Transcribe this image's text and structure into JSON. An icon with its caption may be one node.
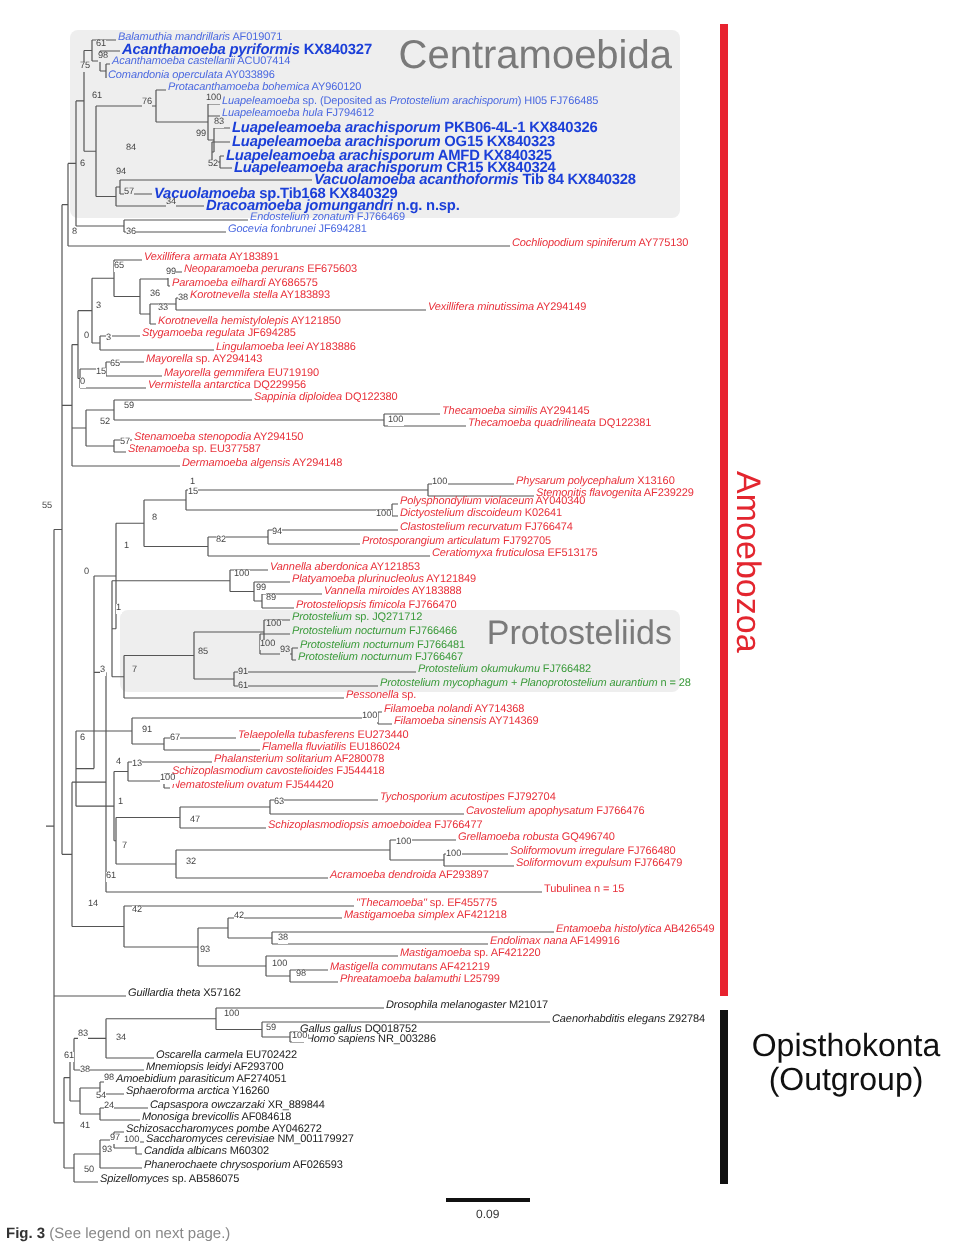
{
  "diagram": {
    "caption": "**Fig. 3** (See legend on next page.)",
    "nodes": [
      {
        "text": [
          "Centramoebida"
        ]
      },
      {
        "text": [
          "Protosteliids"
        ]
      }
    ],
    "labels": [
      "*Balamuthia mandrillaris* AF019071",
      "*Acanthamoeba pyriformis* KX840327",
      "*Acanthamoeba castellanii* ACU07414",
      "*Comandonia operculata* AY033896",
      "*Protacanthamoeba bohemica* AY960120",
      "*Luapeleamoeba* sp. (Deposited as *Protostelium arachisporum*) HI05 FJ766485",
      "*Luapeleamoeba hula* FJ794612",
      "*Luapeleamoeba arachisporum* PKB06-4L-1 KX840326",
      "*Luapeleamoeba arachisporum* OG15 KX840323",
      "*Luapeleamoeba arachisporum* AMFD KX840325",
      "*Luapeleamoeba arachisporum* CR15 KX840324",
      "*Vacuolamoeba acanthoformis* Tib 84 KX840328",
      "*Vacuolamoeba* sp.Tib168 KX840329",
      "*Dracoamoeba jomungandri* n.g. n.sp.",
      "*Endostelium zonatum* FJ766469",
      "*Gocevia fonbrunei* JF694281",
      "*Cochliopodium spiniferum* AY775130",
      "*Vexillifera armata* AY183891",
      "*Neoparamoeba perurans* EF675603",
      "*Paramoeba eilhardi* AY686575",
      "*Korotnevella stella* AY183893",
      "*Vexillifera minutissima* AY294149",
      "*Korotnevella hemistylolepis* AY121850",
      "*Stygamoeba regulata* JF694285",
      "*Lingulamoeba leei* AY183886",
      "*Mayorella* sp. AY294143",
      "*Mayorella gemmifera* EU719190",
      "*Vermistella antarctica* DQ229956",
      "*Sappinia diploidea* DQ122380",
      "*Thecamoeba similis* AY294145",
      "*Thecamoeba quadrilineata* DQ122381",
      "*Stenamoeba stenopodia* AY294150",
      "*Stenamoeba* sp. EU377587",
      "*Dermamoeba algensis* AY294148",
      "*Physarum polycephalum* X13160",
      "*Stemonitis flavogenita* AF239229",
      "*Polysphondylium violaceum* AY040340",
      "*Dictyostelium discoideum* K02641",
      "*Clastostelium recurvatum* FJ766474",
      "*Protosporangium articulatum* FJ792705",
      "*Ceratiomyxa fruticulosa* EF513175",
      "*Vannella aberdonica* AY121853",
      "*Platyamoeba plurinucleolus* AY121849",
      "*Vannella miroides* AY183888",
      "*Protosteliopsis fimicola* FJ766470",
      "*Protostelium* sp. JQ271712",
      "*Protostelium nocturnum* FJ766466",
      "*Protostelium nocturnum* FJ766481",
      "*Protostelium nocturnum* FJ766467",
      "*Protostelium okumukumu* FJ766482",
      "*Protostelium mycophagum* + *Planoprotostelium aurantium* n = 28",
      "*Pessonella* sp.",
      "*Filamoeba nolandi* AY714368",
      "*Filamoeba sinensis* AY714369",
      "*Telaepolella tubasferens* EU273440",
      "*Flamella fluviatilis* EU186024",
      "*Phalansterium solitarium* AF280078",
      "*Schizoplasmodium cavostelioides* FJ544418",
      "*Nematostelium ovatum* FJ544420",
      "*Tychosporium acutostipes* FJ792704",
      "*Cavostelium apophysatum* FJ766476",
      "*Schizoplasmodiopsis amoeboidea* FJ766477",
      "*Grellamoeba robusta* GQ496740",
      "*Soliformovum irregulare* FJ766480",
      "*Soliformovum expulsum* FJ766479",
      "*Acramoeba dendroida* AF293897",
      "Tubulinea n = 15",
      "*\"Thecamoeba\"* sp. EF455775",
      "*Mastigamoeba simplex* AF421218",
      "*Entamoeba histolytica* AB426549",
      "*Endolimax nana* AF149916",
      "*Mastigamoeba* sp. AF421220",
      "*Mastigella commutans* AF421219",
      "*Phreatamoeba balamuthi* L25799",
      "*Guillardia theta* X57162",
      "*Drosophila melanogaster* M21017",
      "*Caenorhabditis elegans* Z92784",
      "*Gallus gallus* DQ018752",
      "*Homo sapiens* NR_003286",
      "*Oscarella carmela* EU702422",
      "*Mnemiopsis leidyi* AF293700",
      "*Amoebidium parasiticum* AF274051",
      "*Sphaeroforma arctica* Y16260",
      "*Capsaspora owczarzaki* XR_889844",
      "*Monosiga brevicollis* AF084618",
      "*Schizosaccharomyces pombe* AY046272",
      "*Saccharomyces cerevisiae* NM_001179927",
      "*Candida albicans* M60302",
      "*Phanerochaete chrysosporium* AF026593",
      "*Spizellomyces* sp. AB586075",
      "Amoebozoa",
      "Opisthokonta (Outgroup)",
      "0.09",
      "61",
      "75",
      "98",
      "61",
      "76",
      "100",
      "83",
      "99",
      "84",
      "52",
      "6",
      "94",
      "57",
      "34",
      "36",
      "8",
      "65",
      "99",
      "36",
      "38",
      "33",
      "3",
      "3",
      "0",
      "65",
      "15",
      "0",
      "59",
      "100",
      "52",
      "57",
      "55",
      "1",
      "15",
      "100",
      "100",
      "8",
      "94",
      "82",
      "1",
      "0",
      "100",
      "99",
      "89",
      "1",
      "100",
      "100",
      "93",
      "85",
      "7",
      "3",
      "91",
      "61",
      "100",
      "91",
      "6",
      "67",
      "4",
      "13",
      "100",
      "1",
      "63",
      "47",
      "7",
      "100",
      "100",
      "32",
      "61",
      "14",
      "42",
      "42",
      "38",
      "93",
      "100",
      "98",
      "100",
      "59",
      "100",
      "83",
      "34",
      "61",
      "38",
      "98",
      "54",
      "24",
      "41",
      "97",
      "100",
      "93",
      "50"
    ]
  }
}
